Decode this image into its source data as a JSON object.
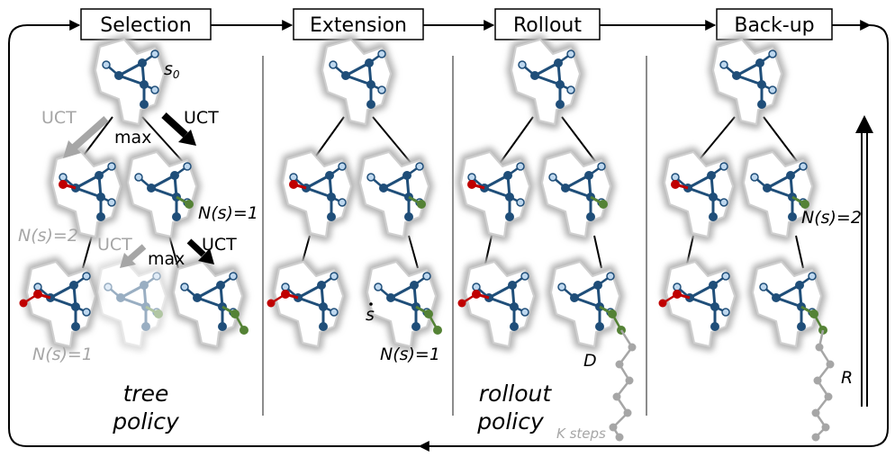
{
  "stages": [
    {
      "label": "Selection"
    },
    {
      "label": "Extension"
    },
    {
      "label": "Rollout"
    },
    {
      "label": "Back-up"
    }
  ],
  "selection": {
    "root_state": "s",
    "root_subscript": "0",
    "uct_left": "UCT",
    "uct_right": "UCT",
    "max_top": "max",
    "visit_count_right": "N(s)=1",
    "visit_count_left": "N(s)=2",
    "uct_lower_left": "UCT",
    "uct_lower_right": "UCT",
    "max_lower": "max",
    "visit_count_bottom": "N(s)=1"
  },
  "extension": {
    "new_state": "s",
    "visit_count": "N(s)=1"
  },
  "rollout": {
    "depth_label": "D",
    "steps_label": "K steps"
  },
  "backup": {
    "visit_count": "N(s)=2",
    "reward_label": "R"
  },
  "policies": {
    "tree_line1": "tree",
    "tree_line2": "policy",
    "rollout_line1": "rollout",
    "rollout_line2": "policy"
  },
  "colors": {
    "node_blue": "#1f4e79",
    "leaf_light": "#bdd7ee",
    "red_atom": "#c00000",
    "green_atom": "#548235",
    "gray": "#a6a6a6",
    "divider": "#8c8c8c"
  }
}
